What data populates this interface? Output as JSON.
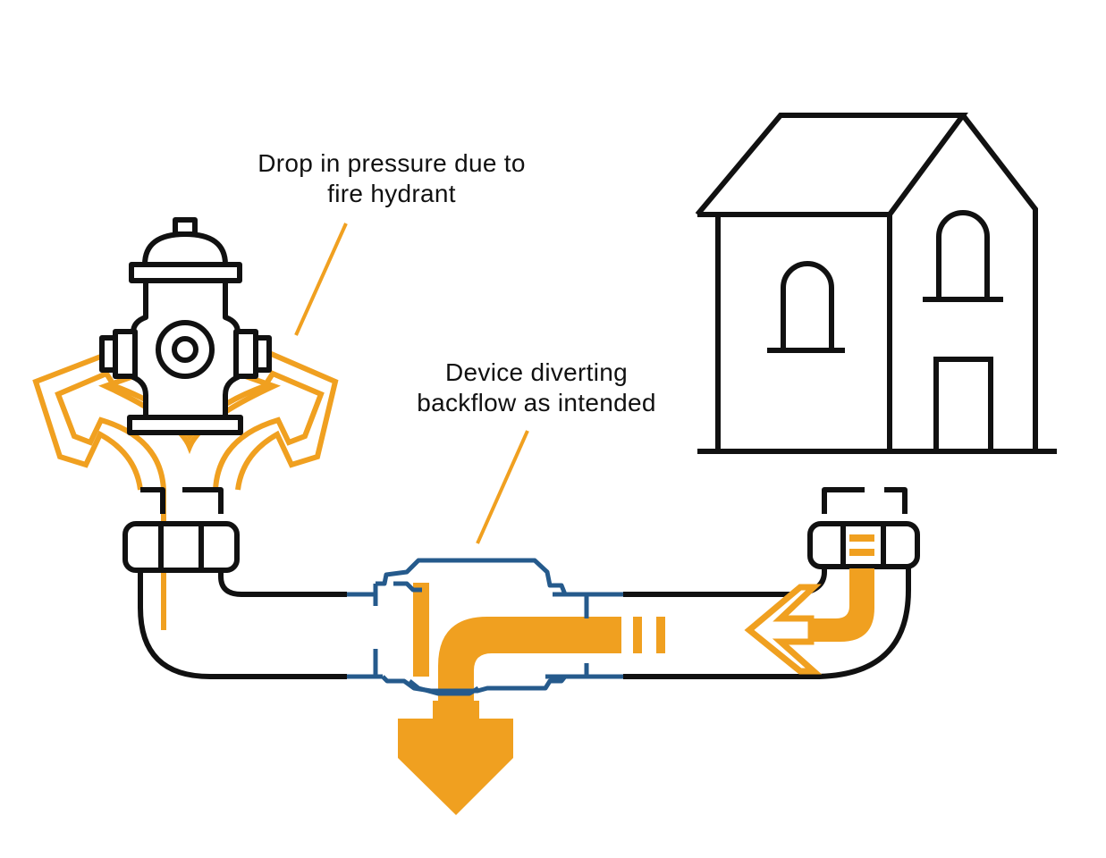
{
  "colors": {
    "outline": "#111111",
    "flow": "#F0A020",
    "device": "#255A8C",
    "background": "#FFFFFF"
  },
  "icons": {
    "hydrant": "fire-hydrant-icon",
    "house": "house-icon",
    "device": "backflow-preventer-icon",
    "flow": "water-flow-arrow"
  },
  "callouts": {
    "hydrant": {
      "line1": "Drop in pressure due to",
      "line2": "fire hydrant"
    },
    "device": {
      "line1": "Device diverting",
      "line2": "backflow as intended"
    }
  }
}
